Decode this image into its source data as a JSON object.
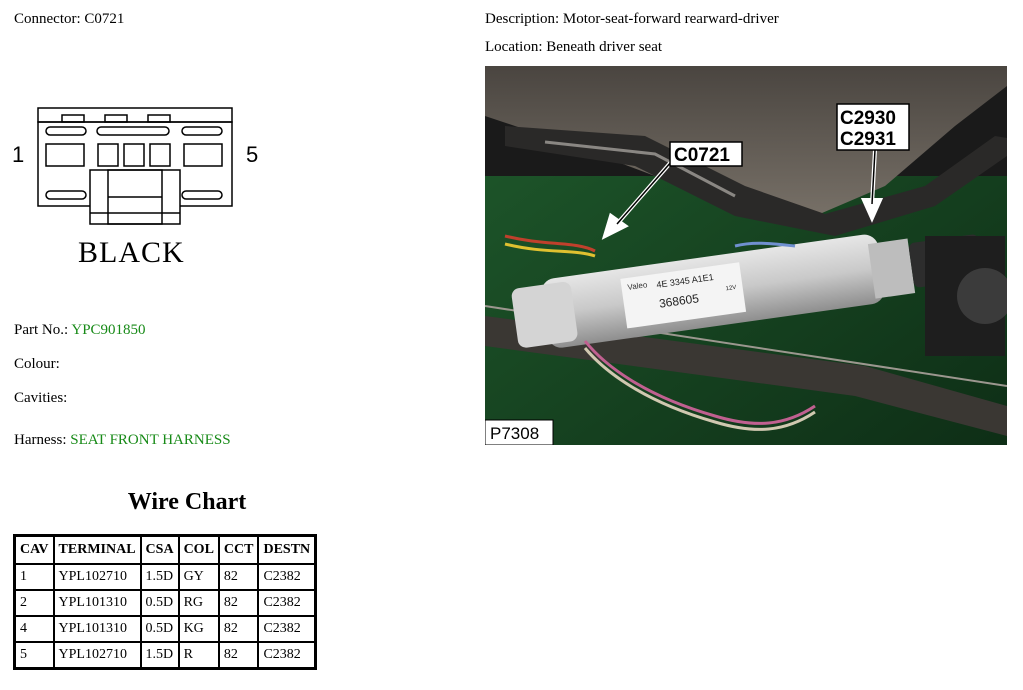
{
  "header": {
    "connector_label": "Connector:",
    "connector_value": "C0721",
    "description_label": "Description:",
    "description_value": "Motor-seat-forward rearward-driver",
    "location_label": "Location:",
    "location_value": "Beneath driver seat"
  },
  "connector_drawing": {
    "pin_left": "1",
    "pin_right": "5",
    "color_name": "BLACK"
  },
  "details": {
    "part_no_label": "Part No.:",
    "part_no_value": "YPC901850",
    "colour_label": "Colour:",
    "colour_value": "",
    "cavities_label": "Cavities:",
    "cavities_value": "",
    "harness_label": "Harness:",
    "harness_value": "SEAT FRONT HARNESS"
  },
  "photo": {
    "callouts": [
      "C0721",
      "C2930",
      "C2931"
    ],
    "photo_id": "P7308",
    "motor_text": [
      "4E 3345 A1E1",
      "368605",
      "12V",
      "Valeo"
    ]
  },
  "wire_chart": {
    "title": "Wire Chart",
    "columns": [
      "CAV",
      "TERMINAL",
      "CSA",
      "COL",
      "CCT",
      "DESTN"
    ],
    "rows": [
      [
        "1",
        "YPL102710",
        "1.5D",
        "GY",
        "82",
        "C2382"
      ],
      [
        "2",
        "YPL101310",
        "0.5D",
        "RG",
        "82",
        "C2382"
      ],
      [
        "4",
        "YPL101310",
        "0.5D",
        "KG",
        "82",
        "C2382"
      ],
      [
        "5",
        "YPL102710",
        "1.5D",
        "R",
        "82",
        "C2382"
      ]
    ]
  },
  "colors": {
    "link_green": "#178a17"
  }
}
